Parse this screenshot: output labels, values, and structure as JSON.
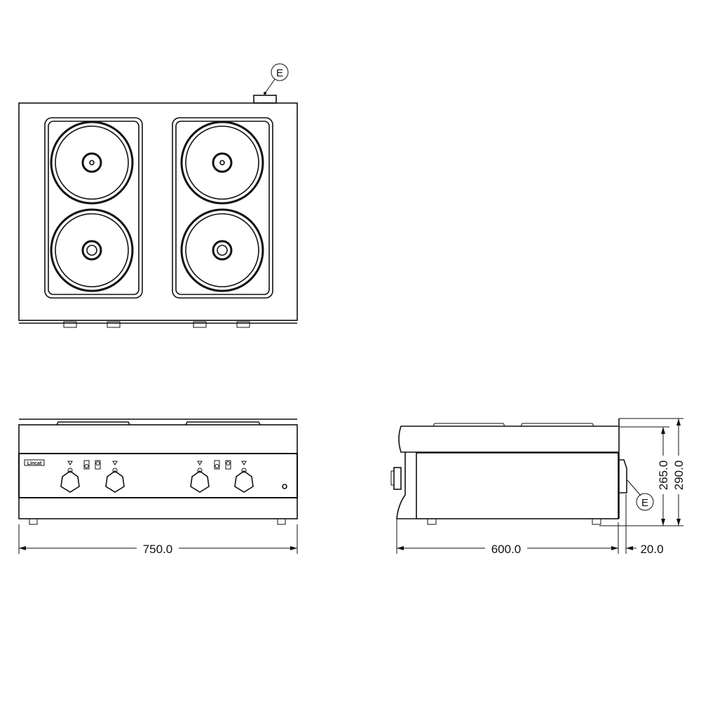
{
  "callouts": {
    "top_view": "E",
    "side_view": "E"
  },
  "logo_text": "Lincat",
  "dimensions": {
    "front_width": "750.0",
    "side_depth": "600.0",
    "side_offset": "20.0",
    "height_body": "265.0",
    "height_total": "290.0"
  }
}
